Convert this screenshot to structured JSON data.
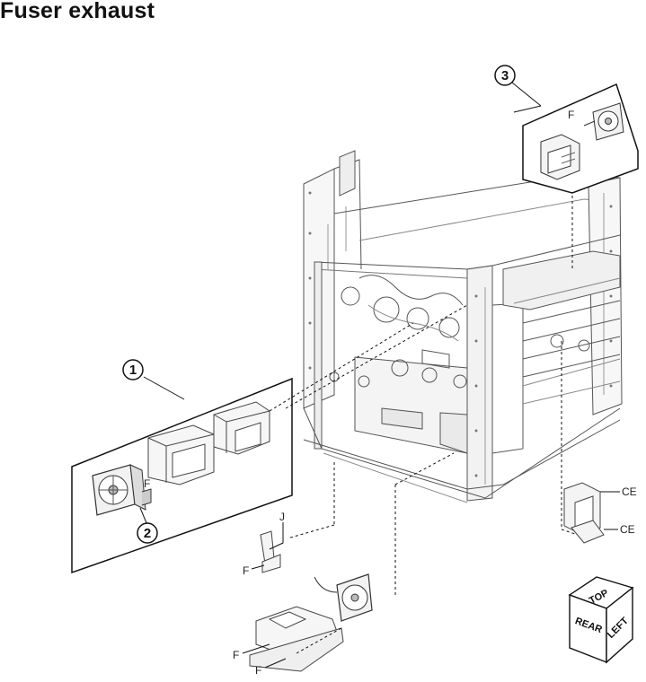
{
  "title": "Fuser exhaust",
  "callouts": [
    "1",
    "2",
    "3"
  ],
  "labels": {
    "f": "F",
    "j": "J",
    "ce": "CE"
  },
  "orientation_cube": {
    "top": "TOP",
    "rear": "REAR",
    "left": "LEFT"
  }
}
